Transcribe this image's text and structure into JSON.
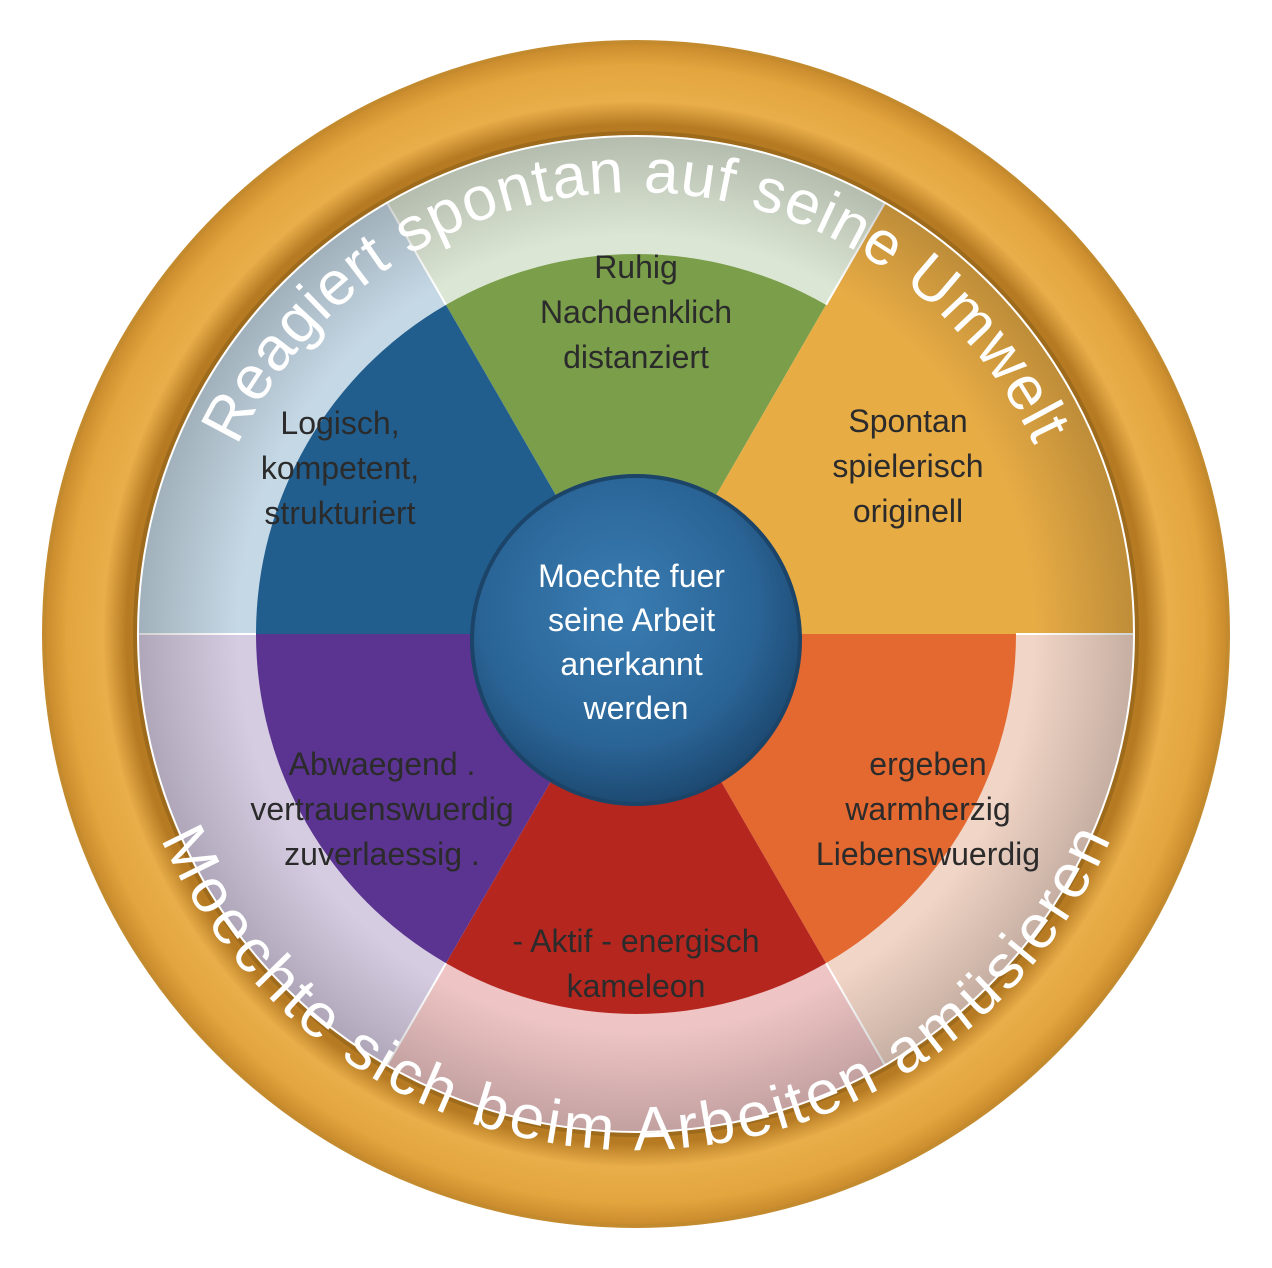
{
  "ring": {
    "top_text": "Reagiert spontan auf seine Umwelt",
    "bottom_text": "Moechte sich beim Arbeiten amüsieren"
  },
  "center": {
    "lines": [
      "Moechte fuer",
      "seine Arbeit",
      "anerkannt",
      "werden"
    ],
    "color": "#2A6496"
  },
  "segments": [
    {
      "id": "green",
      "lines": [
        "Ruhig",
        "Nachdenklich",
        "distanziert"
      ],
      "outer_color": "#DCE6D4",
      "inner_color": "#7A9E4A"
    },
    {
      "id": "orange",
      "lines": [
        "Spontan",
        "spielerisch",
        "originell"
      ],
      "outer_color": "#E8AC45",
      "inner_color": "#E8AC45"
    },
    {
      "id": "coral",
      "lines": [
        "ergeben",
        "warmherzig",
        "Liebenswuerdig"
      ],
      "outer_color": "#F1D5C6",
      "inner_color": "#E46930"
    },
    {
      "id": "red",
      "lines": [
        "- Aktif - energisch",
        "kameleon"
      ],
      "outer_color": "#EEC4C4",
      "inner_color": "#B5261F"
    },
    {
      "id": "purple",
      "lines": [
        "Abwaegend .",
        "vertrauenswuerdig",
        "zuverlaessig ."
      ],
      "outer_color": "#D6CCE2",
      "inner_color": "#5A3490"
    },
    {
      "id": "blue",
      "lines": [
        "Logisch,",
        "kompetent,",
        "strukturiert"
      ],
      "outer_color": "#C5D8E5",
      "inner_color": "#215E8E"
    }
  ],
  "colors": {
    "ring": "#E3A53E",
    "ring_dark": "#B57A22"
  }
}
